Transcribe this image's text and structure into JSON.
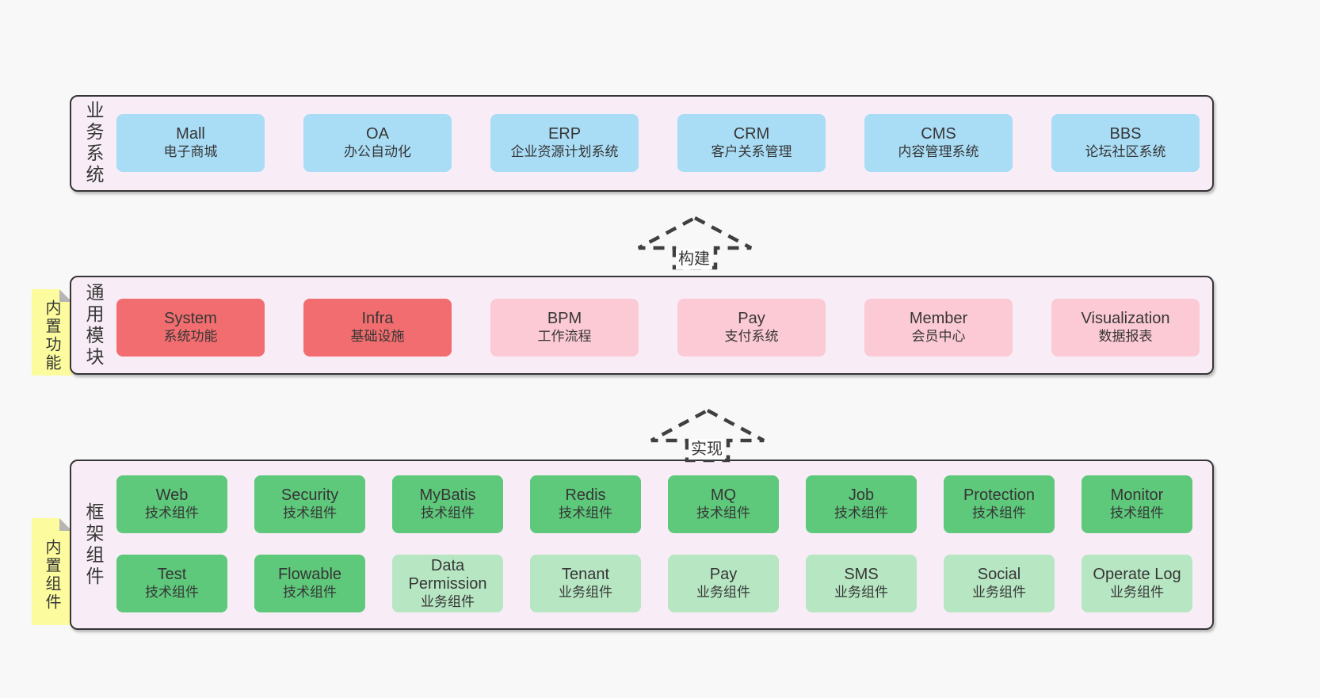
{
  "colors": {
    "page_bg": "#f8f8f8",
    "section_fill": "#f8edf7",
    "section_border": "#363636",
    "box_blue": "#a9ddf6",
    "box_red": "#f26d6f",
    "box_pink": "#fccad5",
    "box_green": "#5ec87b",
    "box_lightgreen": "#b7e6c3",
    "note_fill": "#fcfc9e",
    "note_fold": "#b5b5b5",
    "text": "#363636",
    "arrow_stroke": "#3f3f3f"
  },
  "sections": [
    {
      "id": "business-systems",
      "label": "业务系统",
      "boxes": [
        {
          "name": "Mall",
          "desc": "电子商城",
          "variant": "blue"
        },
        {
          "name": "OA",
          "desc": "办公自动化",
          "variant": "blue"
        },
        {
          "name": "ERP",
          "desc": "企业资源计划系统",
          "variant": "blue"
        },
        {
          "name": "CRM",
          "desc": "客户关系管理",
          "variant": "blue"
        },
        {
          "name": "CMS",
          "desc": "内容管理系统",
          "variant": "blue"
        },
        {
          "name": "BBS",
          "desc": "论坛社区系统",
          "variant": "blue"
        }
      ]
    },
    {
      "id": "common-modules",
      "label": "通用模块",
      "note": "内置功能",
      "boxes": [
        {
          "name": "System",
          "desc": "系统功能",
          "variant": "red"
        },
        {
          "name": "Infra",
          "desc": "基础设施",
          "variant": "red"
        },
        {
          "name": "BPM",
          "desc": "工作流程",
          "variant": "pink"
        },
        {
          "name": "Pay",
          "desc": "支付系统",
          "variant": "pink"
        },
        {
          "name": "Member",
          "desc": "会员中心",
          "variant": "pink"
        },
        {
          "name": "Visualization",
          "desc": "数据报表",
          "variant": "pink"
        }
      ]
    },
    {
      "id": "framework-components",
      "label": "框架组件",
      "note": "内置组件",
      "rows": [
        [
          {
            "name": "Web",
            "desc": "技术组件",
            "variant": "green"
          },
          {
            "name": "Security",
            "desc": "技术组件",
            "variant": "green"
          },
          {
            "name": "MyBatis",
            "desc": "技术组件",
            "variant": "green"
          },
          {
            "name": "Redis",
            "desc": "技术组件",
            "variant": "green"
          },
          {
            "name": "MQ",
            "desc": "技术组件",
            "variant": "green"
          },
          {
            "name": "Job",
            "desc": "技术组件",
            "variant": "green"
          },
          {
            "name": "Protection",
            "desc": "技术组件",
            "variant": "green"
          },
          {
            "name": "Monitor",
            "desc": "技术组件",
            "variant": "green"
          }
        ],
        [
          {
            "name": "Test",
            "desc": "技术组件",
            "variant": "green"
          },
          {
            "name": "Flowable",
            "desc": "技术组件",
            "variant": "green"
          },
          {
            "name": "Data Permission",
            "desc": "业务组件",
            "variant": "lightgreen"
          },
          {
            "name": "Tenant",
            "desc": "业务组件",
            "variant": "lightgreen"
          },
          {
            "name": "Pay",
            "desc": "业务组件",
            "variant": "lightgreen"
          },
          {
            "name": "SMS",
            "desc": "业务组件",
            "variant": "lightgreen"
          },
          {
            "name": "Social",
            "desc": "业务组件",
            "variant": "lightgreen"
          },
          {
            "name": "Operate Log",
            "desc": "业务组件",
            "variant": "lightgreen"
          }
        ]
      ]
    }
  ],
  "arrows": [
    {
      "label": "构建"
    },
    {
      "label": "实现"
    }
  ]
}
